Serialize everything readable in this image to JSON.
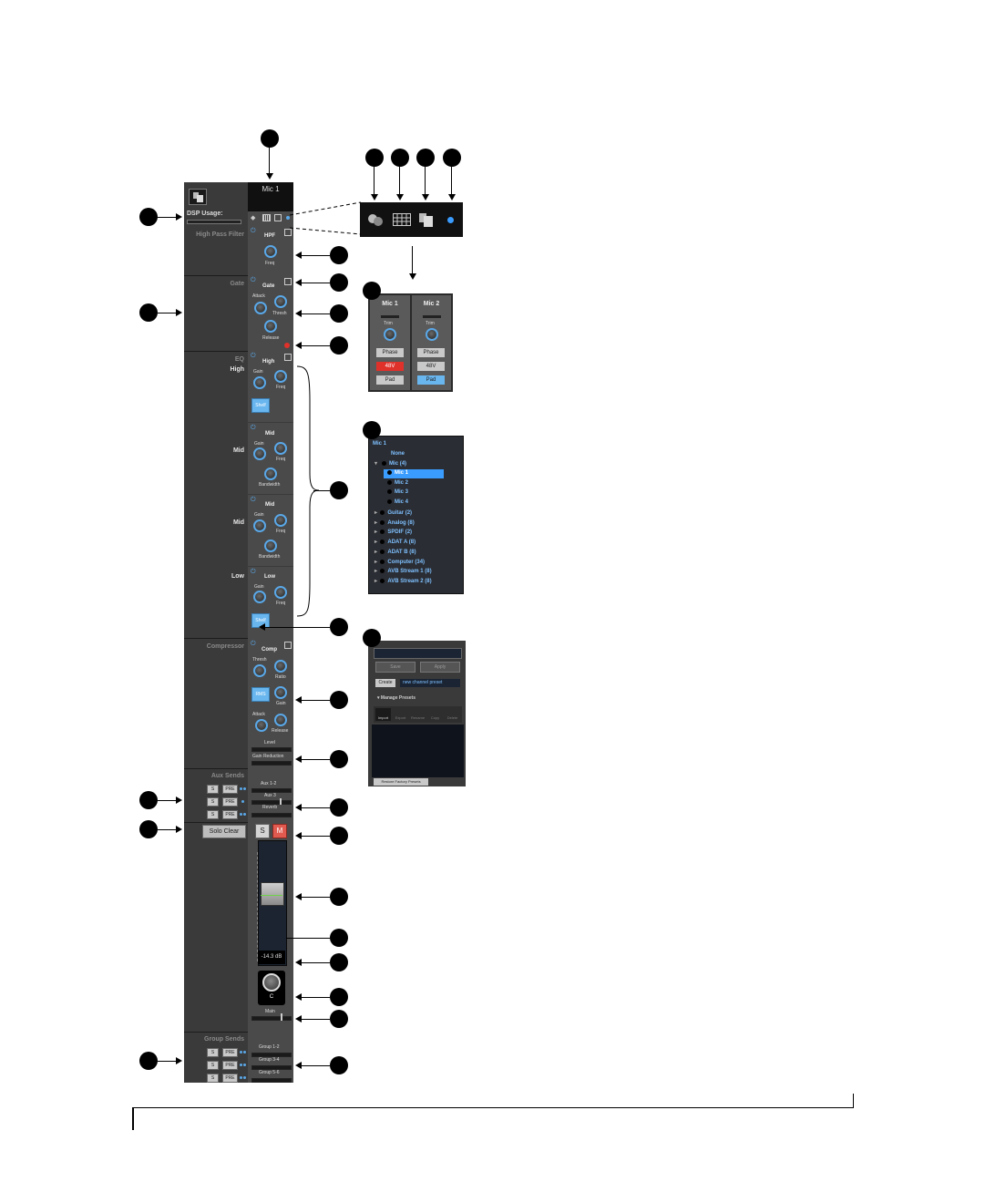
{
  "strip": {
    "channel_name": "Mic 1",
    "dsp_label": "DSP Usage:",
    "sections": {
      "hpf_label": "High Pass Filter",
      "gate_label": "Gate",
      "eq_label": "EQ",
      "compressor_label": "Compressor",
      "aux_label": "Aux Sends",
      "group_label": "Group Sends"
    },
    "eq_bands": [
      "High",
      "Mid",
      "Mid",
      "Low"
    ],
    "hpf": {
      "title": "HPF",
      "freq": "Freq"
    },
    "gate": {
      "title": "Gate",
      "attack": "Attack",
      "thresh": "Thresh",
      "release": "Release"
    },
    "eq": {
      "high": {
        "title": "High",
        "gain": "Gain",
        "freq": "Freq",
        "shelf": "Shelf"
      },
      "mid1": {
        "title": "Mid",
        "gain": "Gain",
        "freq": "Freq",
        "bandwidth": "Bandwidth"
      },
      "mid2": {
        "title": "Mid",
        "gain": "Gain",
        "freq": "Freq",
        "bandwidth": "Bandwidth"
      },
      "low": {
        "title": "Low",
        "gain": "Gain",
        "freq": "Freq",
        "shelf": "Shelf"
      }
    },
    "comp": {
      "title": "Comp",
      "thresh": "Thresh",
      "ratio": "Ratio",
      "rms": "RMS",
      "gain": "Gain",
      "attack": "Attack",
      "release": "Release",
      "level": "Level",
      "gain_reduction": "Gain Reduction"
    },
    "aux_sends": [
      "Aux 1-2",
      "Aux 3",
      "Reverb"
    ],
    "solo_clear": "Solo Clear",
    "solo": "S",
    "mute": "M",
    "fader_readout": "-14.3 dB",
    "pan": "C",
    "main_label": "Main",
    "group_sends": [
      "Group 1-2",
      "Group 3-4",
      "Group 5-6"
    ],
    "send_s": "S",
    "send_pre": "PRE"
  },
  "input_popup": {
    "channels": [
      {
        "name": "Mic 1",
        "trim": "Trim",
        "phase": "Phase",
        "phantom": "48V",
        "pad": "Pad",
        "phantom_on": true,
        "pad_on": false
      },
      {
        "name": "Mic 2",
        "trim": "Trim",
        "phase": "Phase",
        "phantom": "48V",
        "pad": "Pad",
        "phantom_on": false,
        "pad_on": true
      }
    ]
  },
  "source_menu": {
    "title": "Mic 1",
    "items": [
      "None",
      "Mic (4)",
      "Mic 1",
      "Mic 2",
      "Mic 3",
      "Mic 4",
      "Guitar (2)",
      "Analog (8)",
      "SPDIF (2)",
      "ADAT A (8)",
      "ADAT B (8)",
      "Computer (34)",
      "AVB Stream 1 (8)",
      "AVB Stream 2 (8)"
    ],
    "selected": "Mic 1"
  },
  "presets_panel": {
    "save": "Save",
    "apply": "Apply",
    "create": "Create",
    "preset_name": "new channel preset",
    "manage": "Manage Presets",
    "actions": [
      "Import",
      "Export",
      "Rename",
      "Copy",
      "Delete"
    ],
    "restore": "Restore Factory Presets"
  },
  "colors": {
    "accent_blue": "#5aa8e8",
    "phantom_red": "#e0302a",
    "mute_red": "#e05a50",
    "strip_bg": "#4a4a4a"
  },
  "icons": [
    "channel-list-icon",
    "input-icon",
    "grid-icon",
    "presets-icon",
    "status-led-icon"
  ]
}
